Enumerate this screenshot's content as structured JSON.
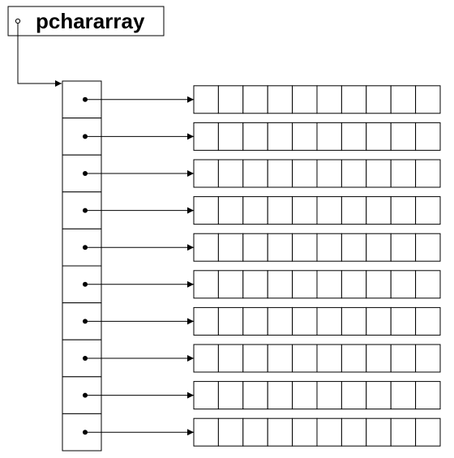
{
  "variable": {
    "name": "pchararray"
  },
  "pointer_array": {
    "slot_count": 10
  },
  "char_arrays": {
    "row_count": 10,
    "cells_per_row": 10
  },
  "colors": {
    "stroke": "#000000",
    "background": "#ffffff"
  }
}
